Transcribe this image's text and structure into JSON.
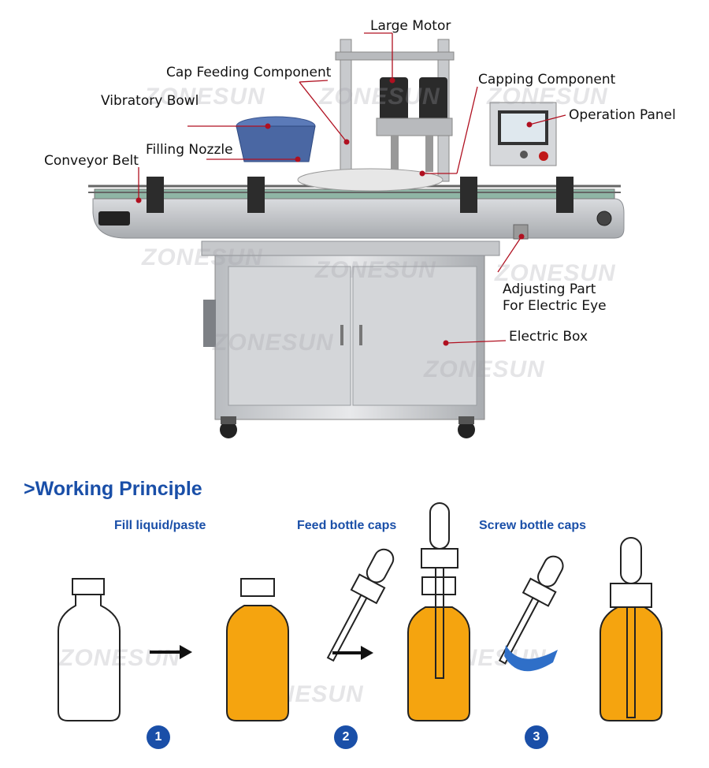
{
  "watermark": "ZONESUN",
  "labels": {
    "large_motor": "Large Motor",
    "cap_feeding": "Cap Feeding Component",
    "capping": "Capping Component",
    "vibratory_bowl": "Vibratory Bowl",
    "operation_panel": "Operation Panel",
    "filling_nozzle": "Filling Nozzle",
    "conveyor_belt": "Conveyor Belt",
    "adjusting_1": "Adjusting Part",
    "adjusting_2": "For Electric Eye",
    "electric_box": "Electric Box"
  },
  "principle": {
    "title": ">Working Principle",
    "steps": [
      {
        "num": "1",
        "label": "Fill liquid/paste"
      },
      {
        "num": "2",
        "label": "Feed bottle caps"
      },
      {
        "num": "3",
        "label": "Screw bottle caps"
      }
    ]
  },
  "colors": {
    "accent": "#1a4fa8",
    "liquid": "#f5a40f",
    "pointer": "#b01020"
  }
}
